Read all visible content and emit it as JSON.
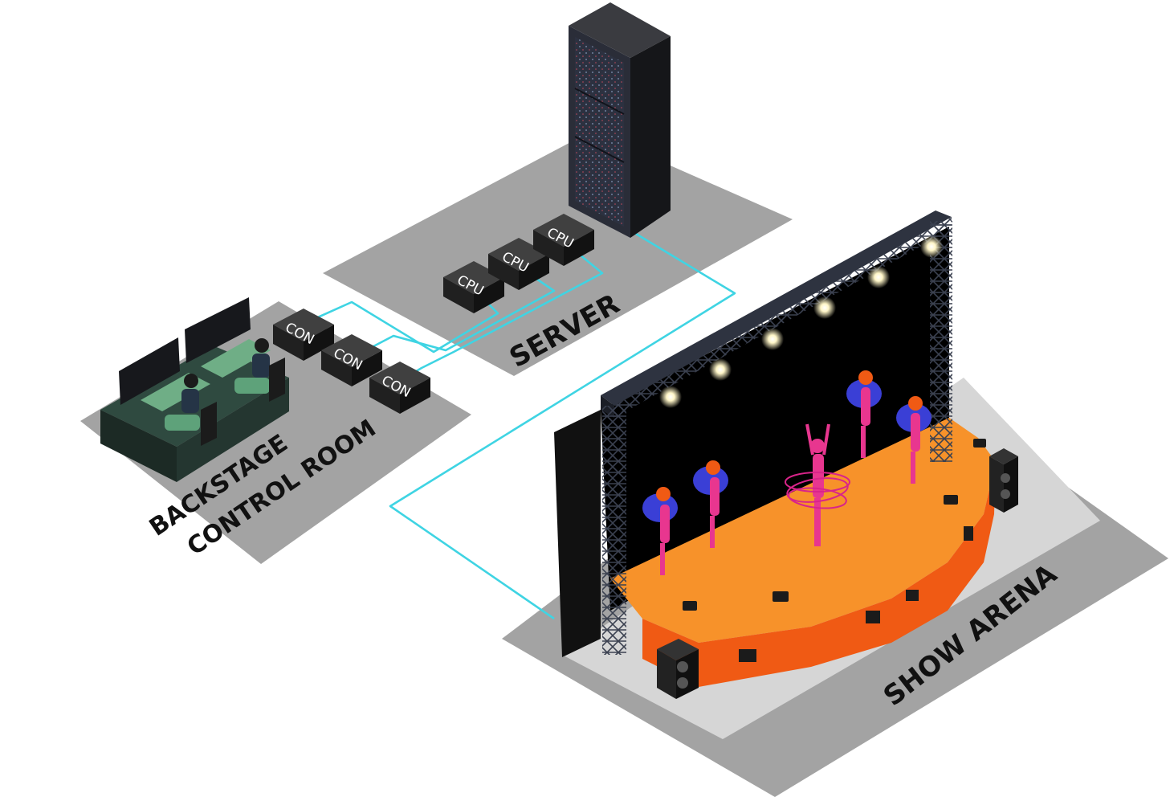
{
  "zones": {
    "server": {
      "label": "SERVER"
    },
    "control_room": {
      "line1": "BACKSTAGE",
      "line2": "CONTROL ROOM"
    },
    "arena": {
      "label": "SHOW ARENA"
    }
  },
  "cpu_units": [
    {
      "label": "CPU"
    },
    {
      "label": "CPU"
    },
    {
      "label": "CPU"
    }
  ],
  "con_units": [
    {
      "label": "CON"
    },
    {
      "label": "CON"
    },
    {
      "label": "CON"
    }
  ],
  "colors": {
    "floor": "#a3a3a3",
    "stage": "#f7922a",
    "stage_front": "#f05a14",
    "cable": "#3fd4e3",
    "rack": "#1f2024",
    "performer": "#e8368f",
    "feathers": "#3a3fd6"
  }
}
